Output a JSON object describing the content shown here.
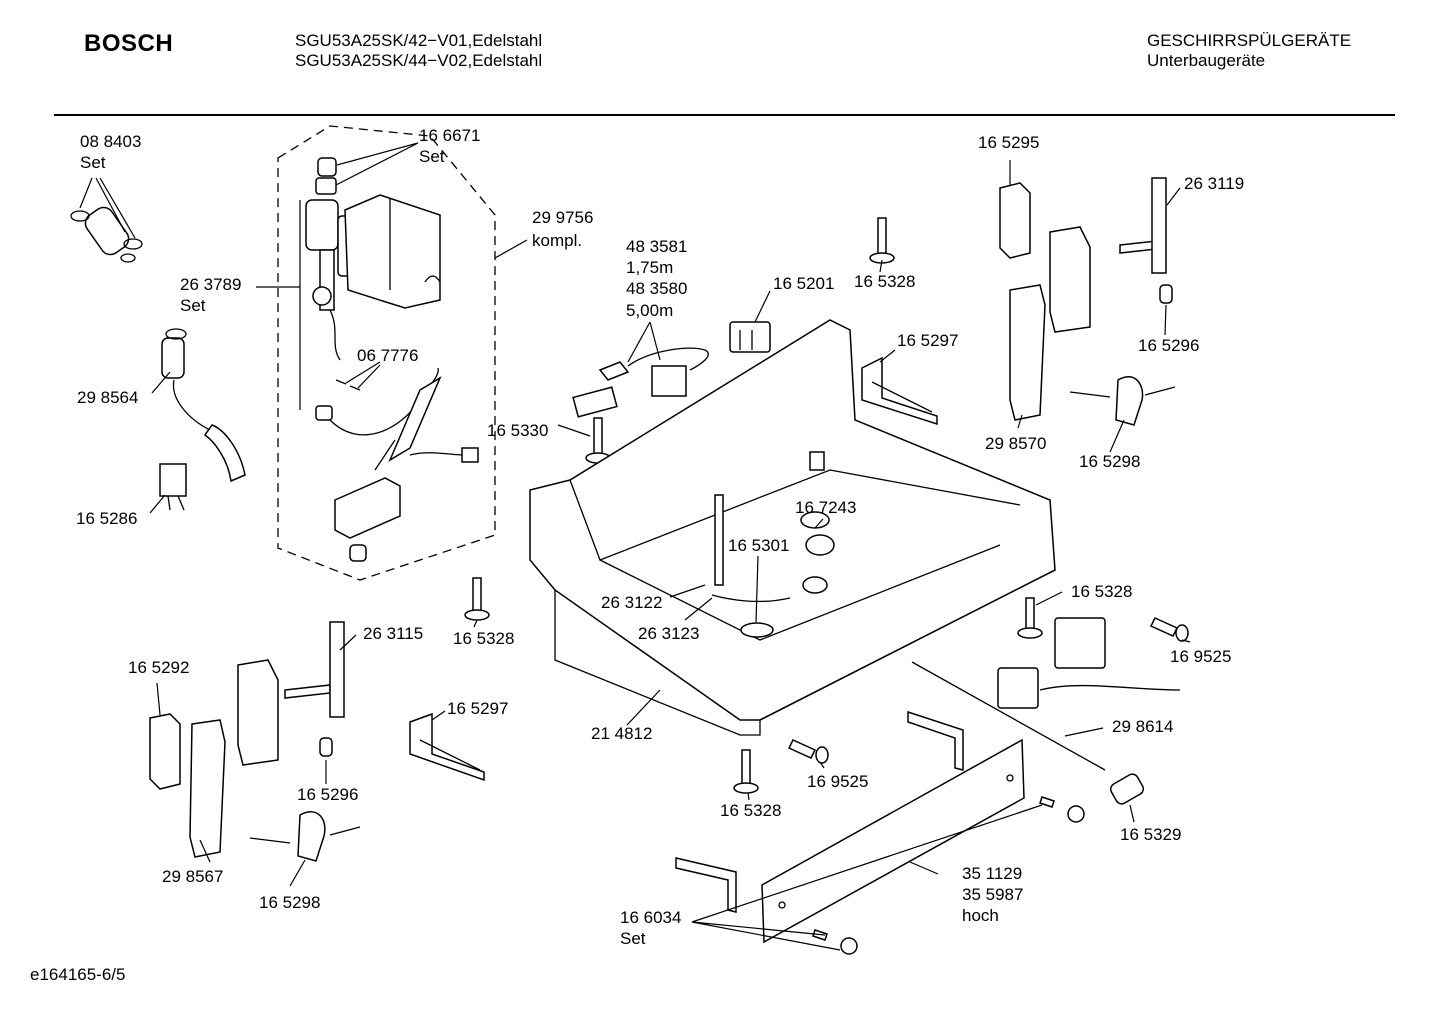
{
  "header": {
    "brand": "BOSCH",
    "model_line_1": "SGU53A25SK/42−V01,Edelstahl",
    "model_line_2": "SGU53A25SK/44−V02,Edelstahl",
    "category": "GESCHIRRSPÜLGERÄTE",
    "subcategory": "Unterbaugeräte"
  },
  "footer": {
    "doc_id": "e164165-6/5"
  },
  "labels": {
    "p088403": "08 8403",
    "p088403_set": "Set",
    "p166671": "16 6671",
    "p166671_set": "Set",
    "p299756": "29 9756",
    "p299756_kompl": "kompl.",
    "p263789": "26 3789",
    "p263789_set": "Set",
    "p298564": "29 8564",
    "p067776": "06 7776",
    "p165286": "16 5286",
    "p483581": "48 3581",
    "len175": "1,75m",
    "p483580": "48 3580",
    "len500": "5,00m",
    "p165201": "16 5201",
    "p165328_a": "16 5328",
    "p165297_a": "16 5297",
    "p165330": "16 5330",
    "p167243": "16 7243",
    "p165301": "16 5301",
    "p263122": "26 3122",
    "p263123": "26 3123",
    "p165328_b": "16 5328",
    "p165295": "16 5295",
    "p263119": "26 3119",
    "p165296_a": "16 5296",
    "p298570": "29 8570",
    "p165298_a": "16 5298",
    "p165328_c": "16 5328",
    "p169525_a": "16 9525",
    "p263115": "26 3115",
    "p165292": "16 5292",
    "p165297_b": "16 5297",
    "p165296_b": "16 5296",
    "p298567": "29 8567",
    "p165298_b": "16 5298",
    "p214812": "21 4812",
    "p165328_d": "16 5328",
    "p169525_b": "16 9525",
    "p298614": "29 8614",
    "p165329": "16 5329",
    "p351129": "35 1129",
    "p355987": "35 5987",
    "hoch": "hoch",
    "p166034": "16 6034",
    "p166034_set": "Set"
  }
}
